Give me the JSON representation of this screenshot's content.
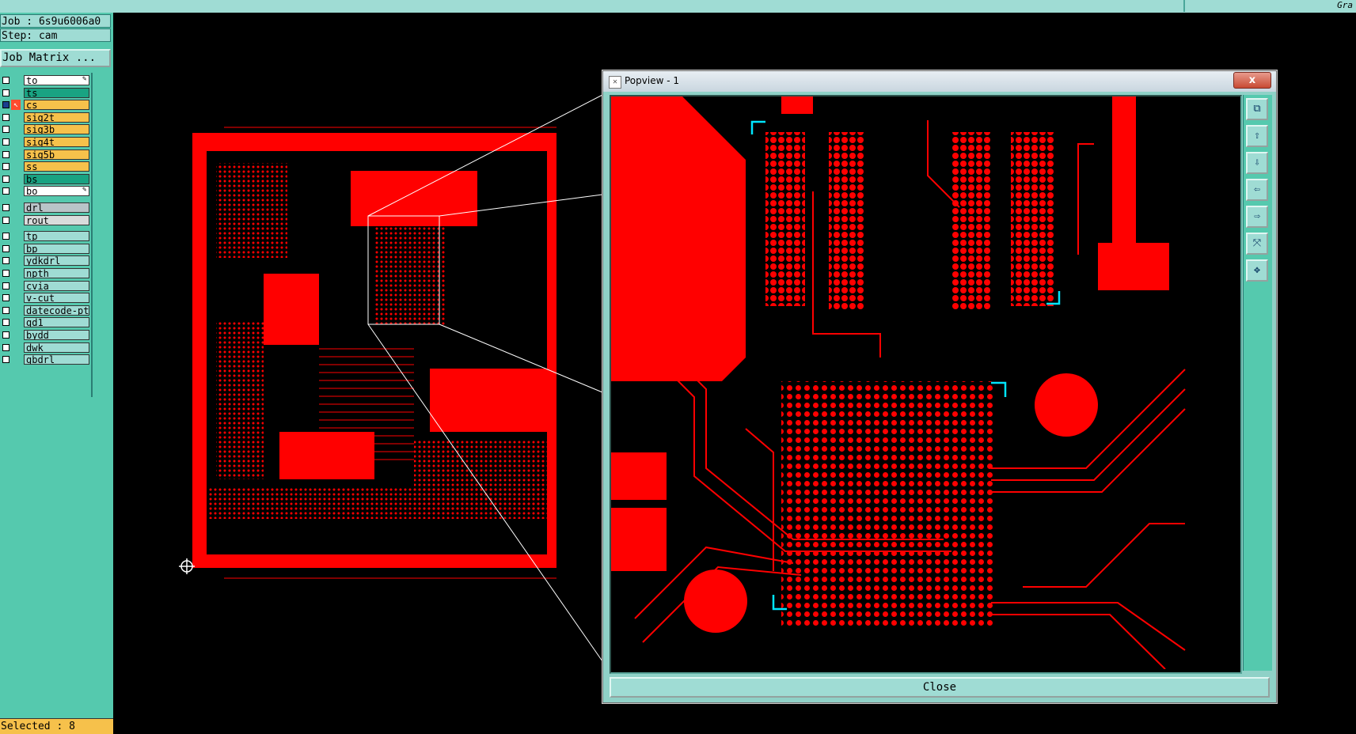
{
  "top_right_text": "Gra",
  "job_label": "Job : 6s9u6006a0",
  "step_label": "Step: cam",
  "job_matrix_button": "Job Matrix ...",
  "layers": [
    {
      "name": "to",
      "color": "#ffffff",
      "pen": true,
      "checked": false
    },
    {
      "name": "ts",
      "color": "#19a382",
      "pen": false,
      "checked": false
    },
    {
      "name": "cs",
      "color": "#f6c14b",
      "pen": false,
      "checked": true,
      "work": true
    },
    {
      "name": "sig2t",
      "color": "#f6c14b",
      "pen": false,
      "checked": false
    },
    {
      "name": "sig3b",
      "color": "#f6c14b",
      "pen": false,
      "checked": false
    },
    {
      "name": "sig4t",
      "color": "#f6c14b",
      "pen": false,
      "checked": false
    },
    {
      "name": "sig5b",
      "color": "#f6c14b",
      "pen": false,
      "checked": false
    },
    {
      "name": "ss",
      "color": "#f6c14b",
      "pen": false,
      "checked": false
    },
    {
      "name": "bs",
      "color": "#19a382",
      "pen": false,
      "checked": false
    },
    {
      "name": "bo",
      "color": "#ffffff",
      "pen": true,
      "checked": false
    },
    {
      "name": "drl",
      "color": "#b9c4c8",
      "pen": false,
      "checked": false
    },
    {
      "name": "rout",
      "color": "#d9dcdc",
      "pen": false,
      "checked": false
    },
    {
      "name": "tp",
      "color": "#9fdcd4",
      "pen": false,
      "checked": false
    },
    {
      "name": "bp",
      "color": "#9fdcd4",
      "pen": false,
      "checked": false
    },
    {
      "name": "ydkdrl",
      "color": "#9fdcd4",
      "pen": false,
      "checked": false
    },
    {
      "name": "npth",
      "color": "#9fdcd4",
      "pen": false,
      "checked": false
    },
    {
      "name": "cvia",
      "color": "#9fdcd4",
      "pen": false,
      "checked": false
    },
    {
      "name": "v-cut",
      "color": "#9fdcd4",
      "pen": false,
      "checked": false
    },
    {
      "name": "datecode-pte",
      "color": "#9fdcd4",
      "pen": false,
      "checked": false
    },
    {
      "name": "gd1",
      "color": "#9fdcd4",
      "pen": false,
      "checked": false
    },
    {
      "name": "bydd",
      "color": "#9fdcd4",
      "pen": false,
      "checked": false
    },
    {
      "name": "dwk",
      "color": "#9fdcd4",
      "pen": false,
      "checked": false
    },
    {
      "name": "gbdrl",
      "color": "#9fdcd4",
      "pen": false,
      "checked": false
    }
  ],
  "selected_label": "Selected : 8",
  "popview": {
    "title": "Popview - 1",
    "close_button": "Close",
    "window_close_glyph": "x",
    "tool_icons": [
      "zoom-window-icon",
      "pan-up-icon",
      "pan-down-icon",
      "pan-left-icon",
      "pan-right-icon",
      "zoom-fit-icon",
      "zoom-reset-icon"
    ]
  },
  "colors": {
    "copper": "#ff0000",
    "panel": "#55c9ae",
    "field": "#9fdcd4",
    "highlight": "#f6c14b",
    "marker": "#00e5ff"
  }
}
